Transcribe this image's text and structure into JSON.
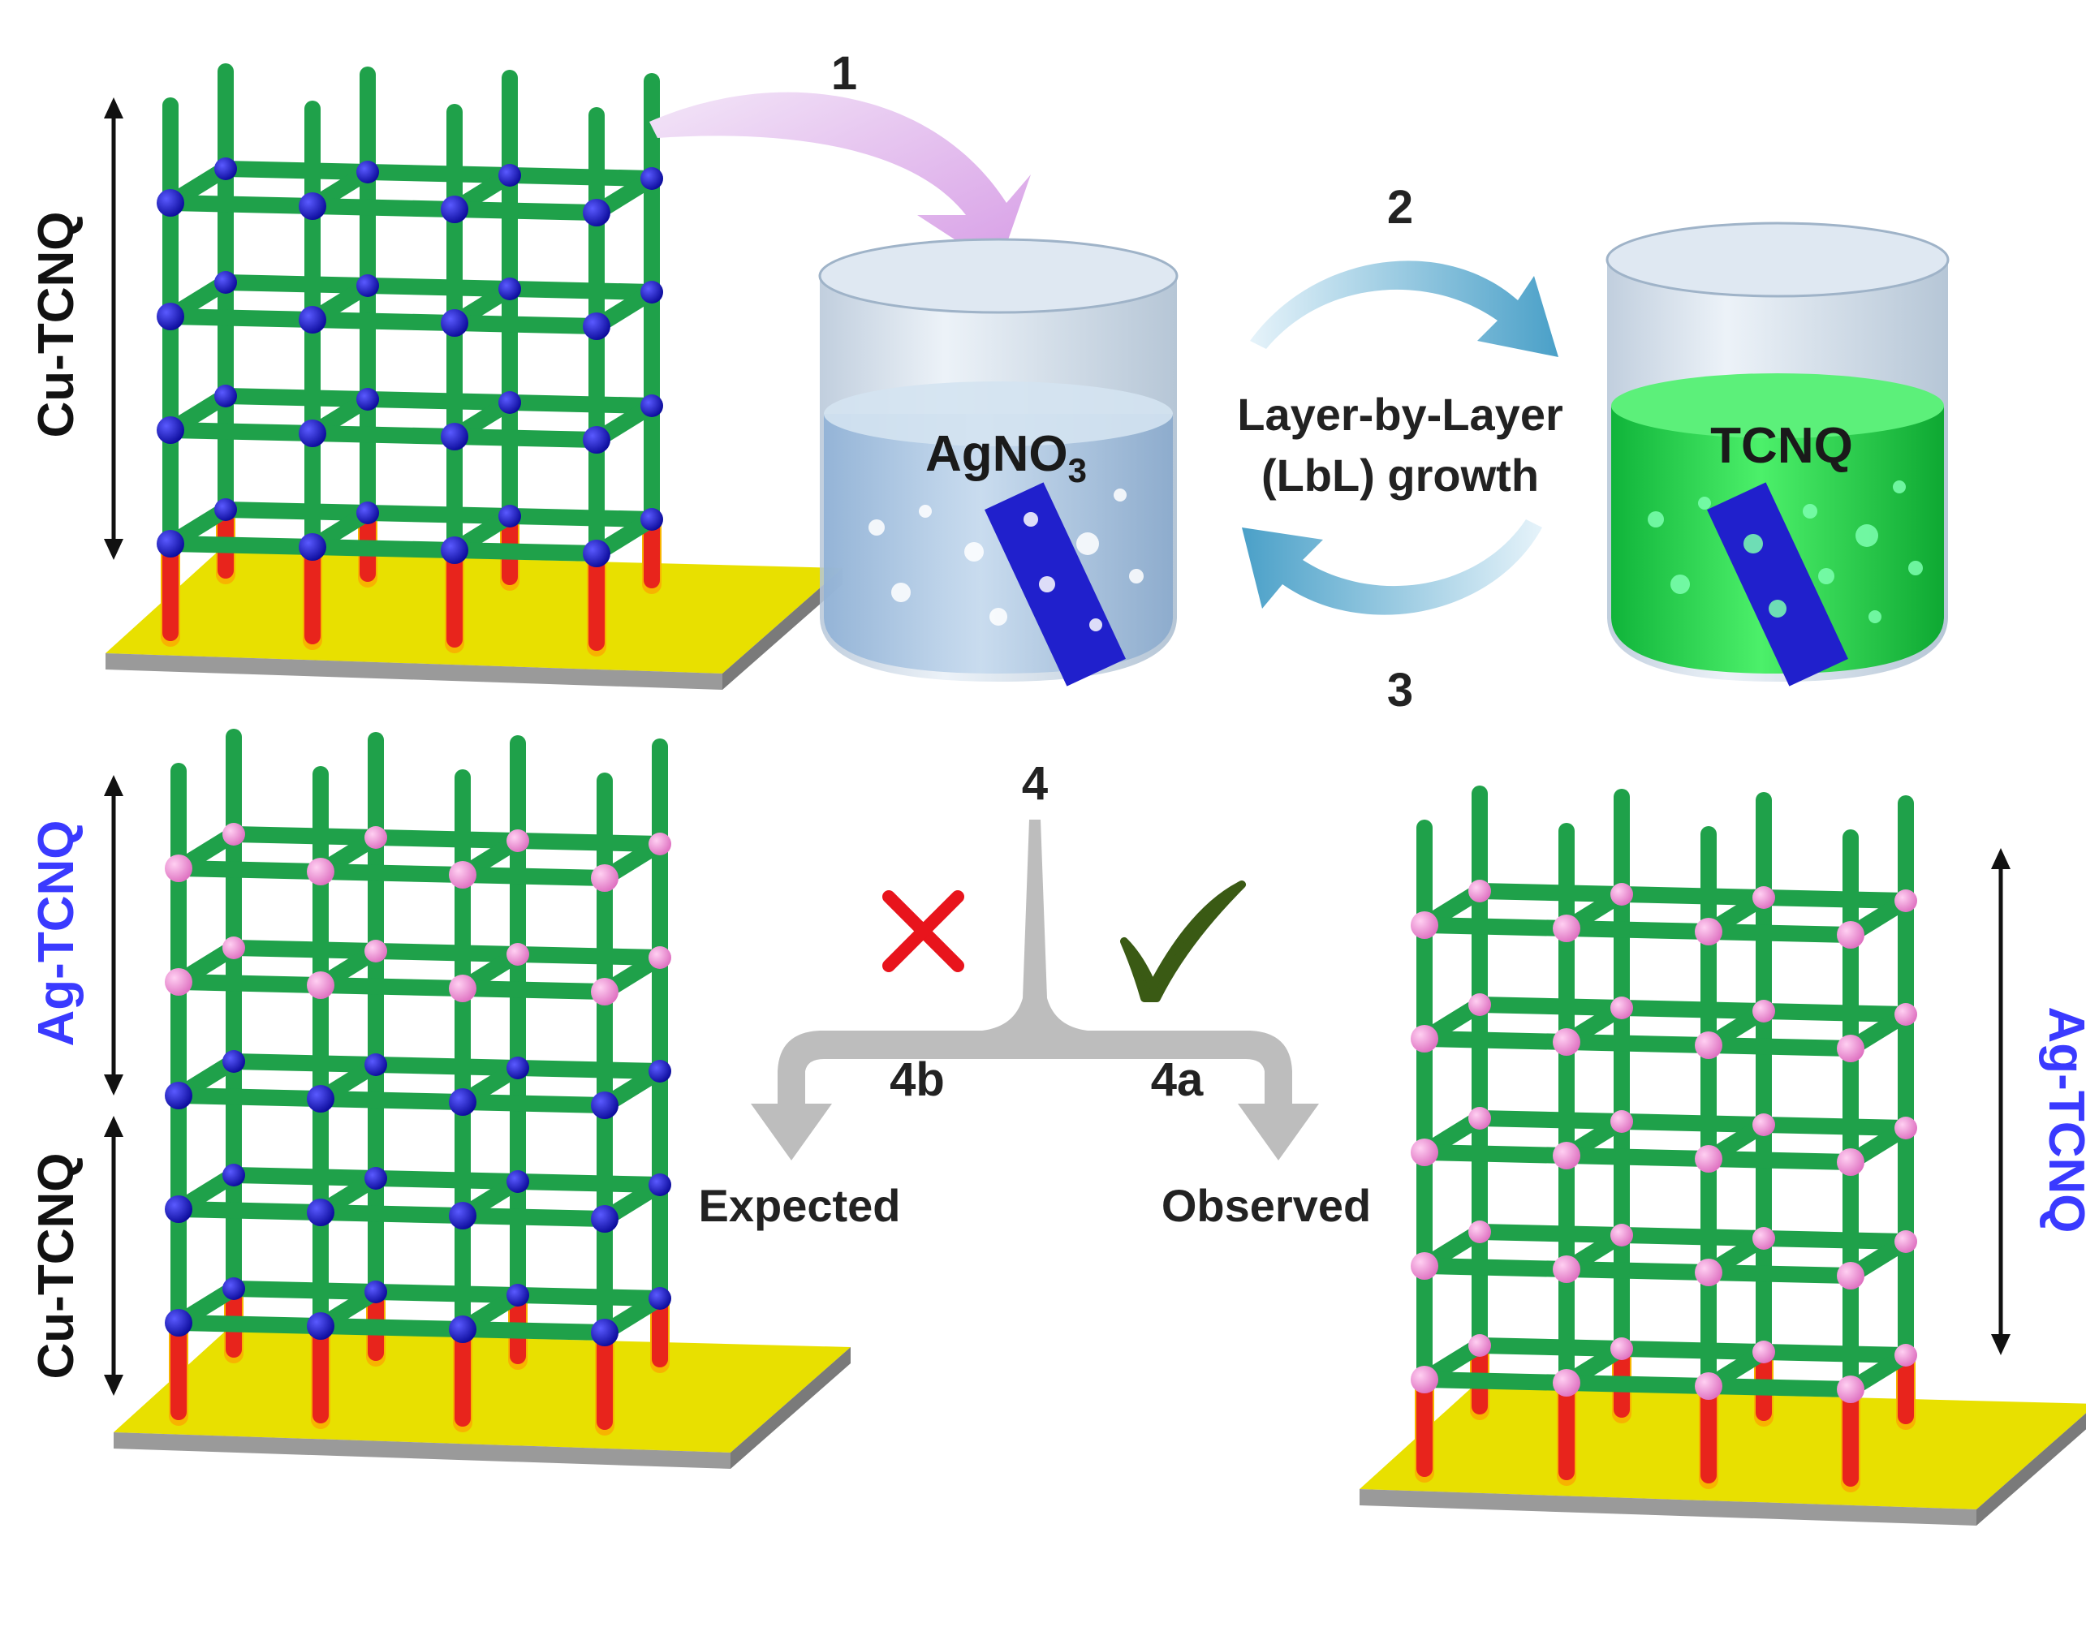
{
  "labels": {
    "step1": "1",
    "step2": "2",
    "step3": "3",
    "step4": "4",
    "step4a": "4a",
    "step4b": "4b",
    "agno3_base": "AgNO",
    "agno3_sub": "3",
    "tcnq": "TCNQ",
    "lbl_line1": "Layer-by-Layer",
    "lbl_line2": "(LbL) growth",
    "cu_tcnq": "Cu-TCNQ",
    "ag_tcnq": "Ag-TCNQ",
    "expected": "Expected",
    "observed": "Observed"
  },
  "colors": {
    "strut": "#1fa14a",
    "pillar": "#e8241c",
    "cu_node": "#1a1acc",
    "ag_node": "#f28ad4",
    "substrate_top": "#e8e000",
    "substrate_side": "#9a9a9a",
    "ag_label": "#3a3aff",
    "cross_mark": "#e8141c",
    "check_mark": "#3a5a14",
    "arrow1": "#d9a8e8",
    "arrow_lbl": "#5aa8cc",
    "fork_arrow": "#b8b8b8",
    "agno3_liquid": "#a8c4e0",
    "tcnq_liquid": "#22d34a"
  }
}
